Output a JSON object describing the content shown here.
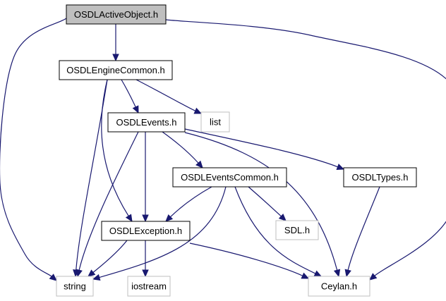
{
  "diagram": {
    "nodes": [
      {
        "id": "osdl-active-object",
        "label": "OSDLActiveObject.h",
        "kind": "root"
      },
      {
        "id": "osdl-engine-common",
        "label": "OSDLEngineCommon.h",
        "kind": "header"
      },
      {
        "id": "list",
        "label": "list",
        "kind": "external"
      },
      {
        "id": "osdl-events",
        "label": "OSDLEvents.h",
        "kind": "header"
      },
      {
        "id": "osdl-events-common",
        "label": "OSDLEventsCommon.h",
        "kind": "header"
      },
      {
        "id": "osdl-types",
        "label": "OSDLTypes.h",
        "kind": "header"
      },
      {
        "id": "osdl-exception",
        "label": "OSDLException.h",
        "kind": "header"
      },
      {
        "id": "sdl",
        "label": "SDL.h",
        "kind": "external"
      },
      {
        "id": "string",
        "label": "string",
        "kind": "external"
      },
      {
        "id": "iostream",
        "label": "iostream",
        "kind": "external"
      },
      {
        "id": "ceylan",
        "label": "Ceylan.h",
        "kind": "external"
      }
    ],
    "edges": [
      {
        "from": "osdl-active-object",
        "to": "osdl-engine-common"
      },
      {
        "from": "osdl-active-object",
        "to": "string"
      },
      {
        "from": "osdl-active-object",
        "to": "ceylan"
      },
      {
        "from": "osdl-engine-common",
        "to": "list"
      },
      {
        "from": "osdl-engine-common",
        "to": "osdl-events"
      },
      {
        "from": "osdl-engine-common",
        "to": "string"
      },
      {
        "from": "osdl-engine-common",
        "to": "osdl-exception"
      },
      {
        "from": "osdl-events",
        "to": "osdl-events-common"
      },
      {
        "from": "osdl-events",
        "to": "osdl-types"
      },
      {
        "from": "osdl-events",
        "to": "osdl-exception"
      },
      {
        "from": "osdl-events",
        "to": "string"
      },
      {
        "from": "osdl-events",
        "to": "ceylan"
      },
      {
        "from": "osdl-events-common",
        "to": "osdl-exception"
      },
      {
        "from": "osdl-events-common",
        "to": "sdl"
      },
      {
        "from": "osdl-events-common",
        "to": "string"
      },
      {
        "from": "osdl-events-common",
        "to": "ceylan"
      },
      {
        "from": "osdl-types",
        "to": "ceylan"
      },
      {
        "from": "osdl-exception",
        "to": "string"
      },
      {
        "from": "osdl-exception",
        "to": "iostream"
      },
      {
        "from": "osdl-exception",
        "to": "ceylan"
      }
    ],
    "colors": {
      "edge": "#191970",
      "root_fill": "#bfbfbf",
      "header_border": "#000000",
      "external_border": "#bfbfbf"
    }
  }
}
